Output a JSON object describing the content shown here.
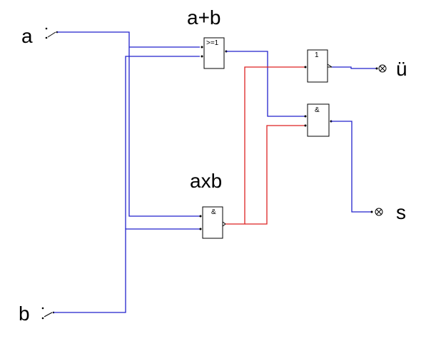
{
  "labels": {
    "input_a": "a",
    "input_b": "b",
    "or_title": "a+b",
    "and_title": "axb",
    "output_carry": "ü",
    "output_sum": "s"
  },
  "gates": {
    "or_gate": ">=1",
    "not_gate": "1",
    "and_gate_top": "&",
    "and_gate_bottom": "&"
  },
  "colors": {
    "wire_blue": "#2222cc",
    "wire_red": "#dd2222",
    "gate_border": "#000000"
  },
  "icons": {
    "switch": "switch-icon",
    "lamp": "lamp-output-icon"
  }
}
